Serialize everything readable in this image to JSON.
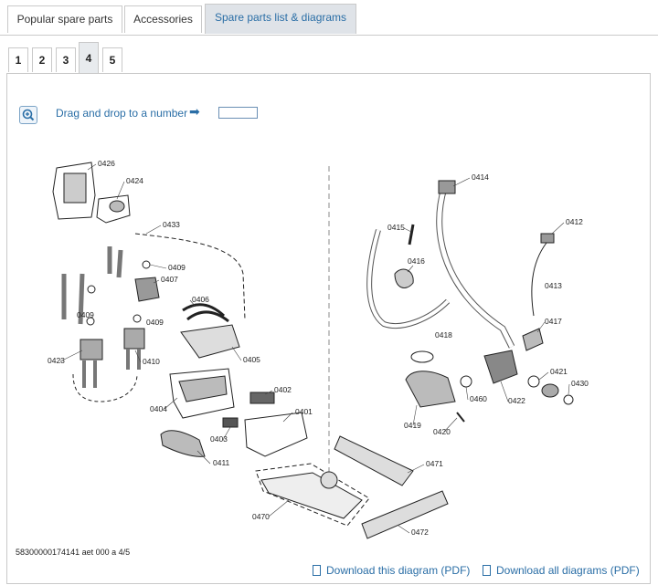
{
  "tabs": {
    "popular": "Popular spare parts",
    "accessories": "Accessories",
    "diagrams": "Spare parts list & diagrams"
  },
  "pages": [
    "1",
    "2",
    "3",
    "4",
    "5"
  ],
  "toolbar": {
    "hint": "Drag and drop to a number",
    "arrow": "➡"
  },
  "parts": [
    "0426",
    "0424",
    "0433",
    "0409",
    "0407",
    "0409",
    "0406",
    "0409",
    "0423",
    "0410",
    "0405",
    "0404",
    "0402",
    "0401",
    "0403",
    "0411",
    "0470",
    "0471",
    "0472",
    "0414",
    "0415",
    "0416",
    "0412",
    "0413",
    "0417",
    "0418",
    "0421",
    "0430",
    "0460",
    "0422",
    "0419",
    "0420"
  ],
  "footer": {
    "code": "58300000174141 aet 000 a 4/5",
    "download_this": "Download this diagram (PDF)",
    "download_all": "Download all diagrams (PDF)"
  },
  "colors": {
    "accent": "#2a6ea6",
    "border": "#c9c9c9"
  }
}
